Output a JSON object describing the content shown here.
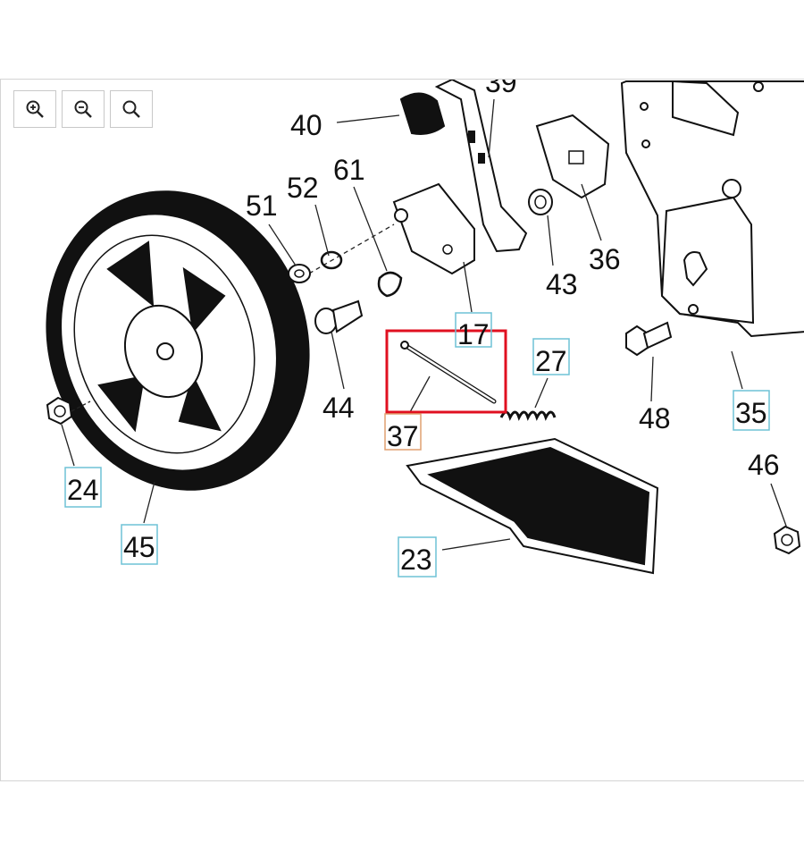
{
  "toolbar": {
    "zoom_in_icon": "zoom-in-icon",
    "zoom_out_icon": "zoom-out-icon",
    "zoom_reset_icon": "magnifier-icon"
  },
  "labels": {
    "l40": "40",
    "l39": "39",
    "l61": "61",
    "l52": "52",
    "l51": "51",
    "l43": "43",
    "l36": "36",
    "l17": "17",
    "l44": "44",
    "l27": "27",
    "l37": "37",
    "l48": "48",
    "l35": "35",
    "l24": "24",
    "l45": "45",
    "l46": "46",
    "l23": "23"
  },
  "colors": {
    "highlight_box": "#e01020",
    "linked_label_box": "#6ec2d6",
    "selected_label_box": "#e0a070"
  }
}
